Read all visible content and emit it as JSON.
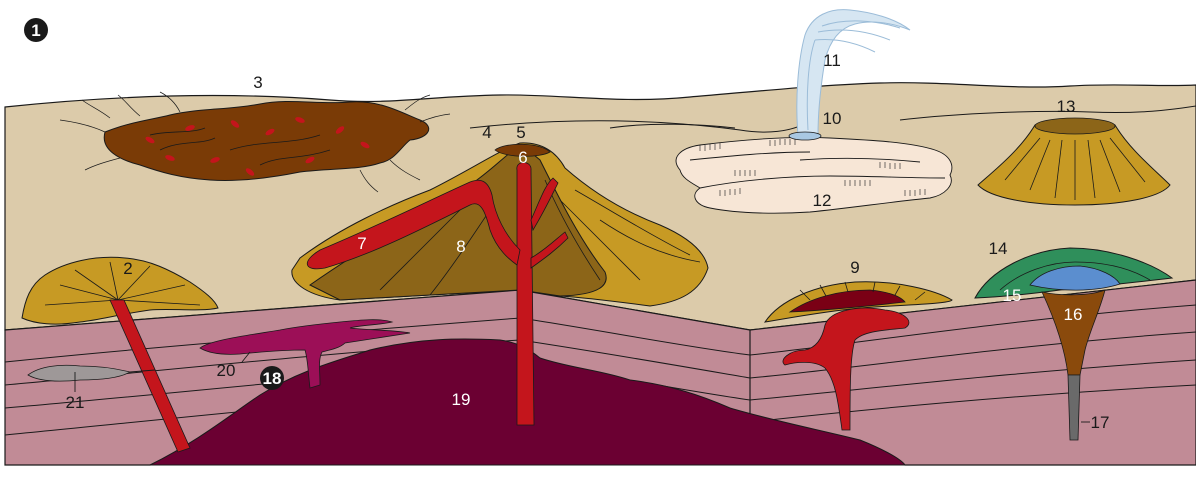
{
  "figure_badge": "1",
  "labels": {
    "l2": "2",
    "l3": "3",
    "l4": "4",
    "l5": "5",
    "l6": "6",
    "l7": "7",
    "l8": "8",
    "l9": "9",
    "l10": "10",
    "l11": "11",
    "l12": "12",
    "l13": "13",
    "l14": "14",
    "l15": "15",
    "l16": "16",
    "l17": "17",
    "l18": "18",
    "l19": "19",
    "l20": "20",
    "l21": "21"
  },
  "colors": {
    "surface": "#dccbaa",
    "strata": "#c18b96",
    "magma_chamber": "#6b0032",
    "magma_red": "#c4151c",
    "lava_ochre": "#c79a24",
    "lava_dark_ochre": "#8c6518",
    "lava_flow_brown": "#7a3b06",
    "sill_magenta": "#9c0f57",
    "geyser_sinter": "#f7e6d6",
    "crater_lake_green": "#2f8f5b",
    "crater_lake_blue": "#5b8ecf",
    "pipe_brown": "#8a4a0c",
    "pipe_grey": "#6a6a6a",
    "xenolith_grey": "#9e9898"
  }
}
